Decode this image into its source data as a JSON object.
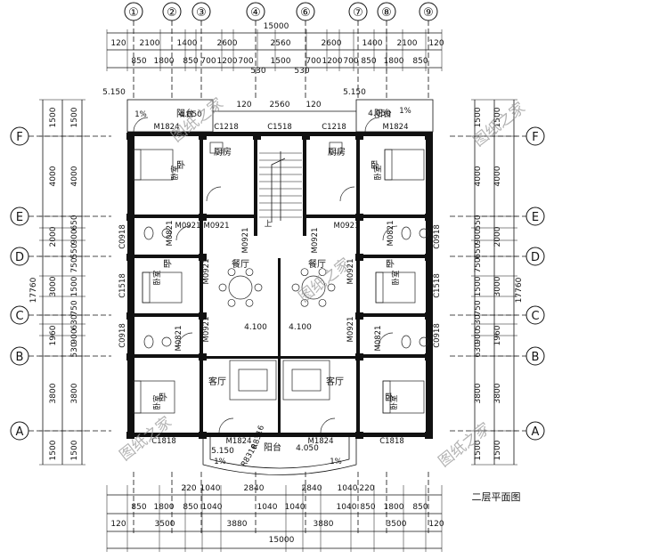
{
  "axes_top": [
    "①",
    "②",
    "③",
    "④",
    "⑥",
    "⑦",
    "⑧",
    "⑨"
  ],
  "axes_side": [
    "F",
    "E",
    "D",
    "C",
    "B",
    "A"
  ],
  "dims": {
    "total_top": "15000",
    "row1": [
      "120",
      "2100",
      "1400",
      "2600",
      "2560",
      "2600",
      "1400",
      "2100",
      "120"
    ],
    "row2": [
      "850",
      "1800",
      "850",
      "700",
      "1200",
      "700",
      "1500",
      "700",
      "1200",
      "700",
      "850",
      "1800",
      "850"
    ],
    "row2_small": [
      "530",
      "530"
    ],
    "balcony_mid": [
      "120",
      "2560",
      "120"
    ],
    "total_bottom": "15000",
    "bottom_row1": [
      "120",
      "3500",
      "3880",
      "3880",
      "3500",
      "120"
    ],
    "bottom_row2": [
      "850",
      "1800",
      "850",
      "1040",
      "1040",
      "1040",
      "1040",
      "850",
      "1800",
      "850"
    ],
    "bottom_row3": [
      "220",
      "1040",
      "2840",
      "2840",
      "1040",
      "220"
    ],
    "side_total": "17760",
    "left_outer": [
      "1500",
      "4000",
      "2000",
      "3000",
      "1960",
      "3800",
      "1500"
    ],
    "left_inner": [
      "1500",
      "4000",
      "650",
      "900",
      "550",
      "750",
      "1500",
      "750",
      "630",
      "900",
      "530",
      "3800",
      "1500"
    ],
    "right_outer": [
      "1500",
      "4000",
      "2000",
      "3000",
      "1960",
      "3800",
      "1500"
    ],
    "right_inner": [
      "1500",
      "4000",
      "550",
      "900",
      "650",
      "750",
      "1500",
      "750",
      "530",
      "900",
      "630",
      "3800",
      "1500"
    ],
    "levels": [
      "5.150",
      "4.050",
      "5.150",
      "4.050",
      "4.100",
      "4.100",
      "4.050",
      "5.150"
    ]
  },
  "rooms": {
    "balcony": "阳台",
    "bedroom": "卧",
    "kitchen": "厨房",
    "dining": "餐厅",
    "living": "客厅",
    "bed_tag": "卧室"
  },
  "tags": {
    "m1824": "M1824",
    "c1218": "C1218",
    "c1518": "C1518",
    "m0921": "M0921",
    "m0821": "M0821",
    "c0918": "C0918",
    "c1818": "C1818",
    "c1518b": "C1518",
    "r8316": "R8316",
    "slope": "1%",
    "up": "上"
  },
  "watermark": "图纸之家",
  "title": "二层平面图"
}
